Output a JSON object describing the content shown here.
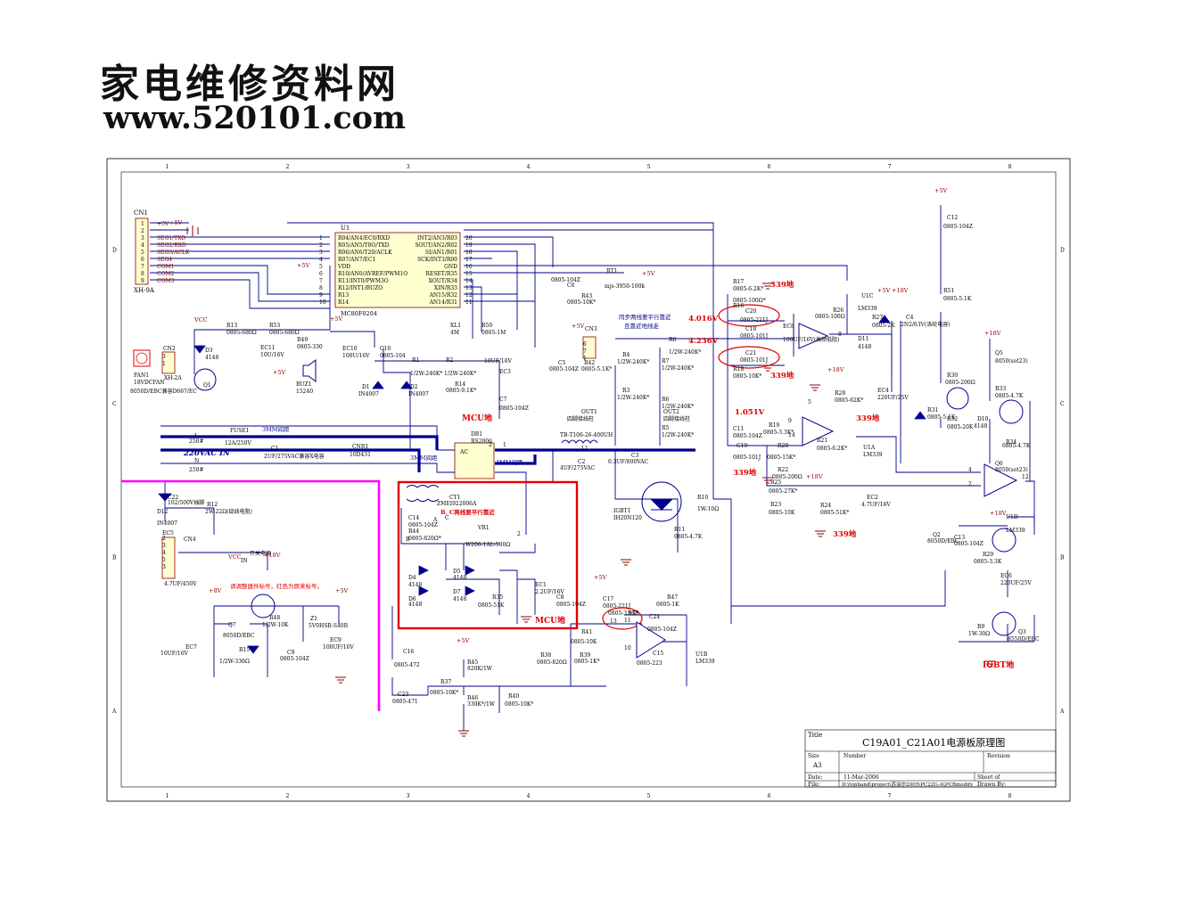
{
  "watermark": {
    "line1": "家电维修资料网",
    "line2": "www.520101.com"
  },
  "frame": {
    "columns": [
      "1",
      "2",
      "3",
      "4",
      "5",
      "6",
      "7",
      "8"
    ],
    "rows": [
      "D",
      "C",
      "B",
      "A"
    ]
  },
  "title_block": {
    "title_label": "Title",
    "title": "C19A01_C21A01电源板原理图",
    "size_label": "Size",
    "size": "A3",
    "number_label": "Number",
    "revision_label": "Revision",
    "date_label": "Date:",
    "date": "11-Mar-2006",
    "sheet_label": "Sheet  of",
    "file_label": "File:",
    "file": "D:\\topband\\project\\苏泊尔2005\\PC22G-A\\PCBmodify",
    "drawn_label": "Drawn By:"
  },
  "nets": {
    "vcc": "VCC",
    "p5v": "+5V",
    "p18v": "+18V",
    "p8v": "+8V"
  },
  "grounds": {
    "mcu": "MCU地",
    "g339": "339地",
    "igbt": "IGBT地"
  },
  "voltages": {
    "v1": "4.016V",
    "v2": "4.236V",
    "v3": "1.051V"
  },
  "notes": {
    "parallel": "同步两线要平行靠近\n且靠近地线走",
    "c_parallel": "B. C两线要平行靠近",
    "label_note": "请调整器件标号，红色为原来标号。",
    "spacing_3mm": "3MM间距",
    "ac_in": "220VAC IN",
    "gap_3mm": "3MM间距",
    "gap_3mm_b": "3MM间距"
  },
  "mcu": {
    "ref": "U1",
    "part": "MC80F0204",
    "left_pins": [
      "R04/AN4/EC0/RXD",
      "R05/AN5/T0O/TXD",
      "R06/AN6/T20/ACLK",
      "R07/AN7/EC1",
      "VDD",
      "R10/AN0/AVREF/PWM1O",
      "R11/INT0/PWM3O",
      "R12/INT1/BUZO",
      "R13",
      "R14"
    ],
    "left_nums": [
      "1",
      "2",
      "3",
      "4",
      "5",
      "6",
      "7",
      "8",
      "9",
      "10"
    ],
    "right_pins": [
      "INT2/AN3/R03",
      "SOUT/AN2/R02",
      "SI/AN1/R01",
      "SCK/INT3/R00",
      "GND",
      "RESET/R35",
      "XOUT/R34",
      "XIN/R33",
      "AN15/R32",
      "AN14/R31"
    ],
    "right_nums": [
      "20",
      "19",
      "18",
      "17",
      "16",
      "15",
      "14",
      "13",
      "12",
      "11"
    ]
  },
  "cn1": {
    "ref": "CN1",
    "part": "XH-9A",
    "pins": [
      "1",
      "2",
      "3",
      "4",
      "5",
      "6",
      "7",
      "8",
      "9"
    ],
    "signals": [
      "+5V",
      "",
      "SEG1/TXD",
      "SEG2/RXD",
      "SEG3/ACLK",
      "SEG4",
      "COM1",
      "COM2",
      "COM3"
    ]
  },
  "labels": [
    "CN2",
    "XH-2A",
    "FAN1",
    "18VDCFAN",
    "8050D/EBC兼容D667/EC",
    "Q1",
    "D3",
    "4148",
    "R13",
    "0805-680Ω",
    "R53",
    "0805-680Ω",
    "R49",
    "0805-330",
    "EC11",
    "10U/16V",
    "BUZ1",
    "15240",
    "EC10",
    "100U/16V",
    "C10",
    "0805-104",
    "XL1",
    "4M",
    "R50",
    "0805-1M",
    "C6",
    "0805-104Z",
    "R43",
    "0805-10K*",
    "RT1",
    "mjs-3950-100k",
    "CN3",
    "C5",
    "0805-104Z",
    "R42",
    "0805-5.1K*",
    "R1",
    "1/2W-240K*",
    "R2",
    "1/2W-240K*",
    "D1",
    "IN4007",
    "D2",
    "IN4007",
    "R14",
    "0805-9.1K*",
    "EC3",
    "10UF/16V",
    "C7",
    "0805-104Z",
    "R4",
    "1/2W-240K*",
    "R3",
    "1/2W-240K*",
    "R8",
    "1/2W-240K*",
    "R7",
    "1/2W-240K*",
    "R6",
    "1/2W-240K*",
    "R5",
    "1/2W-240K*",
    "OUT1",
    "四脚接线柱",
    "OUT2",
    "四脚接线柱",
    "TB-T106-26-400UH",
    "L1",
    "C2",
    "4UF/275VAC",
    "C3",
    "0.3UF/800VAC",
    "IGBT1",
    "IH20N120",
    "R10",
    "1W-10Ω",
    "R11",
    "0805-4.7K",
    "FUSE1",
    "12A/250V",
    "C1",
    "2UF/275VAC兼容X电容",
    "CNR1",
    "10D431",
    "DB1",
    "RS2006",
    "AC",
    "L",
    "N",
    "250#",
    "250#",
    "CT1",
    "ZMEI922006A",
    "C14",
    "0805-104Z",
    "R44",
    "0805-820Ω*",
    "VR1",
    "W206-1AL-500Ω",
    "D4",
    "4148",
    "D5",
    "4148",
    "D6",
    "4148",
    "D7",
    "4148",
    "R35",
    "0805-51K",
    "EC1",
    "2.2UF/16V",
    "C8",
    "0805-104Z",
    "A",
    "B",
    "C",
    "2",
    "R17",
    "0805-6.2K*",
    "R16",
    "0805-100Ω*",
    "C20",
    "0805-221J",
    "C18",
    "0805-101J",
    "C21",
    "0805-101J",
    "R18",
    "0805-10K*",
    "R26",
    "0805-100Ω",
    "U1C",
    "LM339",
    "R27",
    "0805-2K",
    "D11",
    "4148",
    "C4",
    "2N2/63V(涤纶电容)",
    "R28",
    "0805-62K*",
    "EC4",
    "220UF/25V",
    "C11",
    "0805-104Z",
    "R19",
    "0805-3.3K*",
    "C19",
    "0805-101J",
    "R20",
    "0805-15K*",
    "R21",
    "0805-6.2K*",
    "U1A",
    "LM339",
    "R22",
    "0805-200Ω",
    "R25",
    "0805-27K*",
    "R23",
    "0805-10K",
    "R24",
    "0805-51K*",
    "EC2",
    "4.7UF/16V",
    "C12",
    "0805-104Z",
    "R51",
    "0805-5.1K",
    "R30",
    "0805-200Ω",
    "R32",
    "0805-20K",
    "R31",
    "0805-5.1K",
    "D10",
    "4148",
    "Q5",
    "8050(sot23)",
    "R33",
    "0805-4.7K",
    "R34",
    "0805-4.7K",
    "Q6",
    "8050(sot23)",
    "U1D",
    "LM339",
    "R29",
    "0805-3.3K",
    "Q2",
    "8050D/EBC",
    "C13",
    "0805-104Z",
    "EC6",
    "220UF/25V",
    "R9",
    "1W-30Ω",
    "Q3",
    "8550D/EBC",
    "C17",
    "0805-221J",
    "R36",
    "0805-3.9K*",
    "C24",
    "0805-104Z",
    "R47",
    "0805-1K",
    "R41",
    "0805-10K",
    "R38",
    "0805-820Ω",
    "R39",
    "0805-1K*",
    "C15",
    "0805-223",
    "U1B",
    "LM339",
    "C16",
    "0805-472",
    "R45",
    "820K/1W",
    "R37",
    "0805-10K*",
    "R46",
    "330K*/1W",
    "R40",
    "0805-10K*",
    "C23",
    "0805-471",
    "C22",
    "102/500V插脚",
    "D12",
    "IN4007",
    "R12",
    "2W-22Ω(绕线电阻)",
    "EC5",
    "4.7UF/450V",
    "CN4",
    "开关电源",
    "IN",
    "R48",
    "1/2W-10K",
    "Q7",
    "8050D/EBC",
    "R15",
    "1/2W-330Ω",
    "Z1",
    "5V0HSB-S40R",
    "EC9",
    "100UF/16V",
    "C9",
    "0805-104Z",
    "EC7",
    "10UF/16V",
    "EC8",
    "100UF/16V(高频低阻)",
    "8",
    "9",
    "14",
    "5",
    "4",
    "2",
    "12",
    "10",
    "11",
    "13",
    "6",
    "7",
    "1",
    "3",
    "1",
    "2",
    "3",
    "4",
    "5",
    "3",
    "2",
    "1"
  ]
}
